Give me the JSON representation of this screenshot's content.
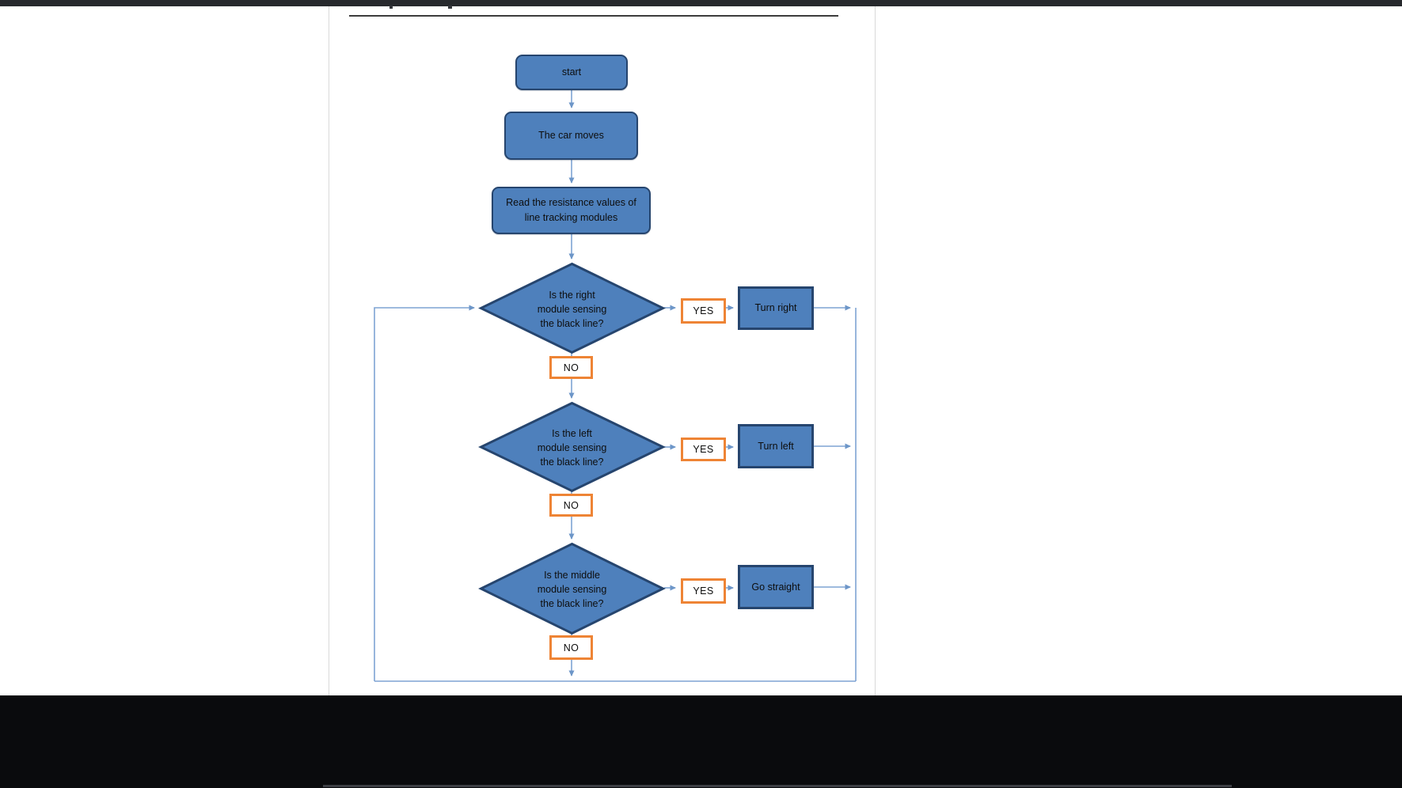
{
  "flowchart": {
    "start": {
      "label": "start"
    },
    "move": {
      "label": "The car moves"
    },
    "read": {
      "line1": "Read the resistance values of",
      "line2": "line tracking modules"
    },
    "decisions": [
      {
        "q1": "Is the right",
        "q2": "module sensing",
        "q3": "the black line?",
        "yes": "YES",
        "no": "NO",
        "action": "Turn right"
      },
      {
        "q1": "Is the left",
        "q2": "module sensing",
        "q3": "the black line?",
        "yes": "YES",
        "no": "NO",
        "action": "Turn left"
      },
      {
        "q1": "Is the middle",
        "q2": "module sensing",
        "q3": "the black line?",
        "yes": "YES",
        "no": "NO",
        "action": "Go straight"
      }
    ],
    "colors": {
      "shape_fill": "#4e80bc",
      "shape_border": "#26456e",
      "label_border": "#ee8435",
      "connector": "#7ea4d3",
      "arrowhead": "#6d96c8"
    }
  }
}
